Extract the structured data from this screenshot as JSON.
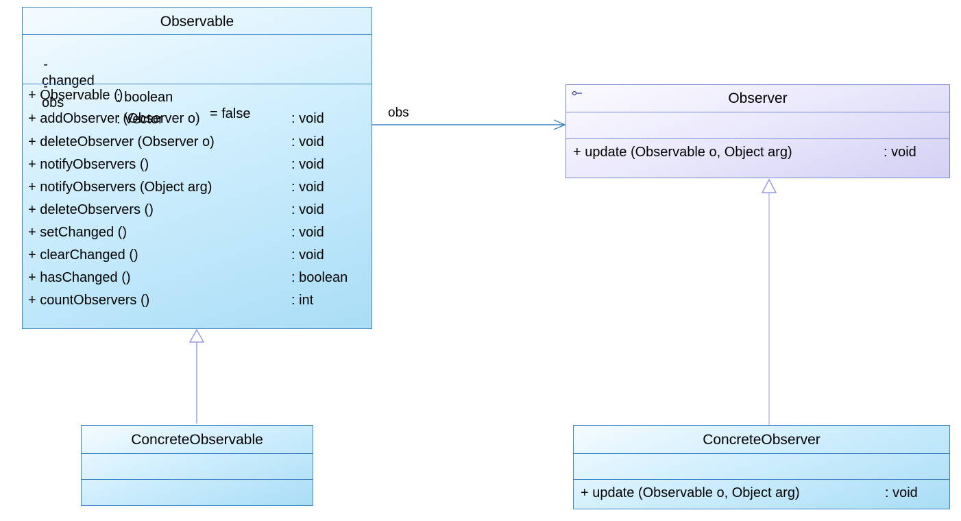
{
  "diagram": {
    "classes": {
      "observable": {
        "name": "Observable",
        "attributes": [
          {
            "visibility": "-",
            "name": "changed",
            "type": ": boolean",
            "default": "= false"
          },
          {
            "visibility": "-",
            "name": "obs",
            "type": ": Vector",
            "default": ""
          }
        ],
        "operations": [
          {
            "signature": "+ Observable ()",
            "ret": ""
          },
          {
            "signature": "+ addObserver (Observer o)",
            "ret": ": void"
          },
          {
            "signature": "+ deleteObserver (Observer o)",
            "ret": ": void"
          },
          {
            "signature": "+ notifyObservers ()",
            "ret": ": void"
          },
          {
            "signature": "+ notifyObservers (Object arg)",
            "ret": ": void"
          },
          {
            "signature": "+ deleteObservers ()",
            "ret": ": void"
          },
          {
            "signature": "+ setChanged ()",
            "ret": ": void"
          },
          {
            "signature": "+ clearChanged ()",
            "ret": ": void"
          },
          {
            "signature": "+ hasChanged ()",
            "ret": ": boolean"
          },
          {
            "signature": "+ countObservers ()",
            "ret": ": int"
          }
        ]
      },
      "observer": {
        "name": "Observer",
        "stereotype_icon": "interface-lollipop-icon",
        "operations": [
          {
            "signature": "+ update (Observable o, Object arg)",
            "ret": ": void"
          }
        ]
      },
      "concrete_observable": {
        "name": "ConcreteObservable"
      },
      "concrete_observer": {
        "name": "ConcreteObserver",
        "operations": [
          {
            "signature": "+ update (Observable o, Object arg)",
            "ret": ": void"
          }
        ]
      }
    },
    "association_label": "obs",
    "colors": {
      "class_border": "#3d86c6",
      "interface_border": "#7b86d8",
      "association_line": "#3d86c6",
      "generalization_line": "#9a9ae6"
    }
  }
}
